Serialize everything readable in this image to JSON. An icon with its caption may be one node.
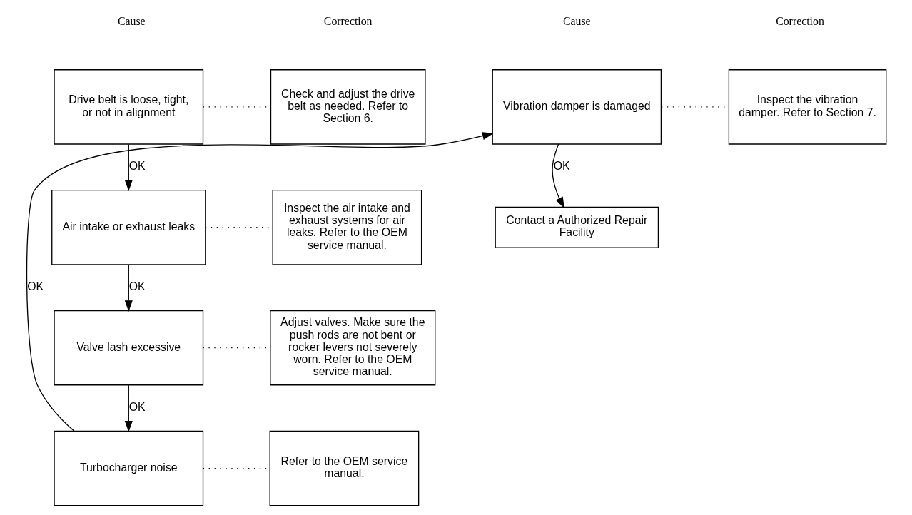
{
  "diagram": {
    "nodes": [
      {
        "text": [
          "Drive belt is loose, tight, or not in alignment"
        ]
      },
      {
        "text": [
          "Check and adjust the drive belt as needed. Refer to Section 6."
        ]
      },
      {
        "text": [
          "Air intake or exhaust leaks"
        ]
      },
      {
        "text": [
          "Inspect the air intake and exhaust systems for air leaks. Refer to the OEM service manual."
        ]
      },
      {
        "text": [
          "Valve lash excessive"
        ]
      },
      {
        "text": [
          "Adjust valves. Make sure the push rods are not bent or rocker levers not severely worn. Refer to the OEM service manual."
        ]
      },
      {
        "text": [
          "Turbocharger noise"
        ]
      },
      {
        "text": [
          "Refer to the OEM service manual."
        ]
      },
      {
        "text": [
          "Vibration damper is damaged"
        ]
      },
      {
        "text": [
          "Inspect the vibration damper. Refer to Section 7."
        ]
      },
      {
        "text": [
          "Contact a Authorized Repair Facility"
        ]
      }
    ],
    "edges": [
      {
        "from": 0,
        "to": 1,
        "arrow": "none",
        "style": "dashed"
      },
      {
        "from": 0,
        "to": 2,
        "arrow": "to",
        "label": "OK"
      },
      {
        "from": 2,
        "to": 3,
        "arrow": "none",
        "style": "dashed"
      },
      {
        "from": 2,
        "to": 4,
        "arrow": "to",
        "label": "OK"
      },
      {
        "from": 4,
        "to": 5,
        "arrow": "none",
        "style": "dashed"
      },
      {
        "from": 4,
        "to": 6,
        "arrow": "to",
        "label": "OK"
      },
      {
        "from": 6,
        "to": 7,
        "arrow": "none",
        "style": "dashed"
      },
      {
        "from": 6,
        "to": 8,
        "arrow": "to",
        "label": "OK"
      },
      {
        "from": 8,
        "to": 9,
        "arrow": "none",
        "style": "dashed"
      },
      {
        "from": 8,
        "to": 10,
        "arrow": "to",
        "label": "OK"
      }
    ],
    "labels": [
      "Cause",
      "Correction",
      "Cause",
      "Correction"
    ]
  }
}
